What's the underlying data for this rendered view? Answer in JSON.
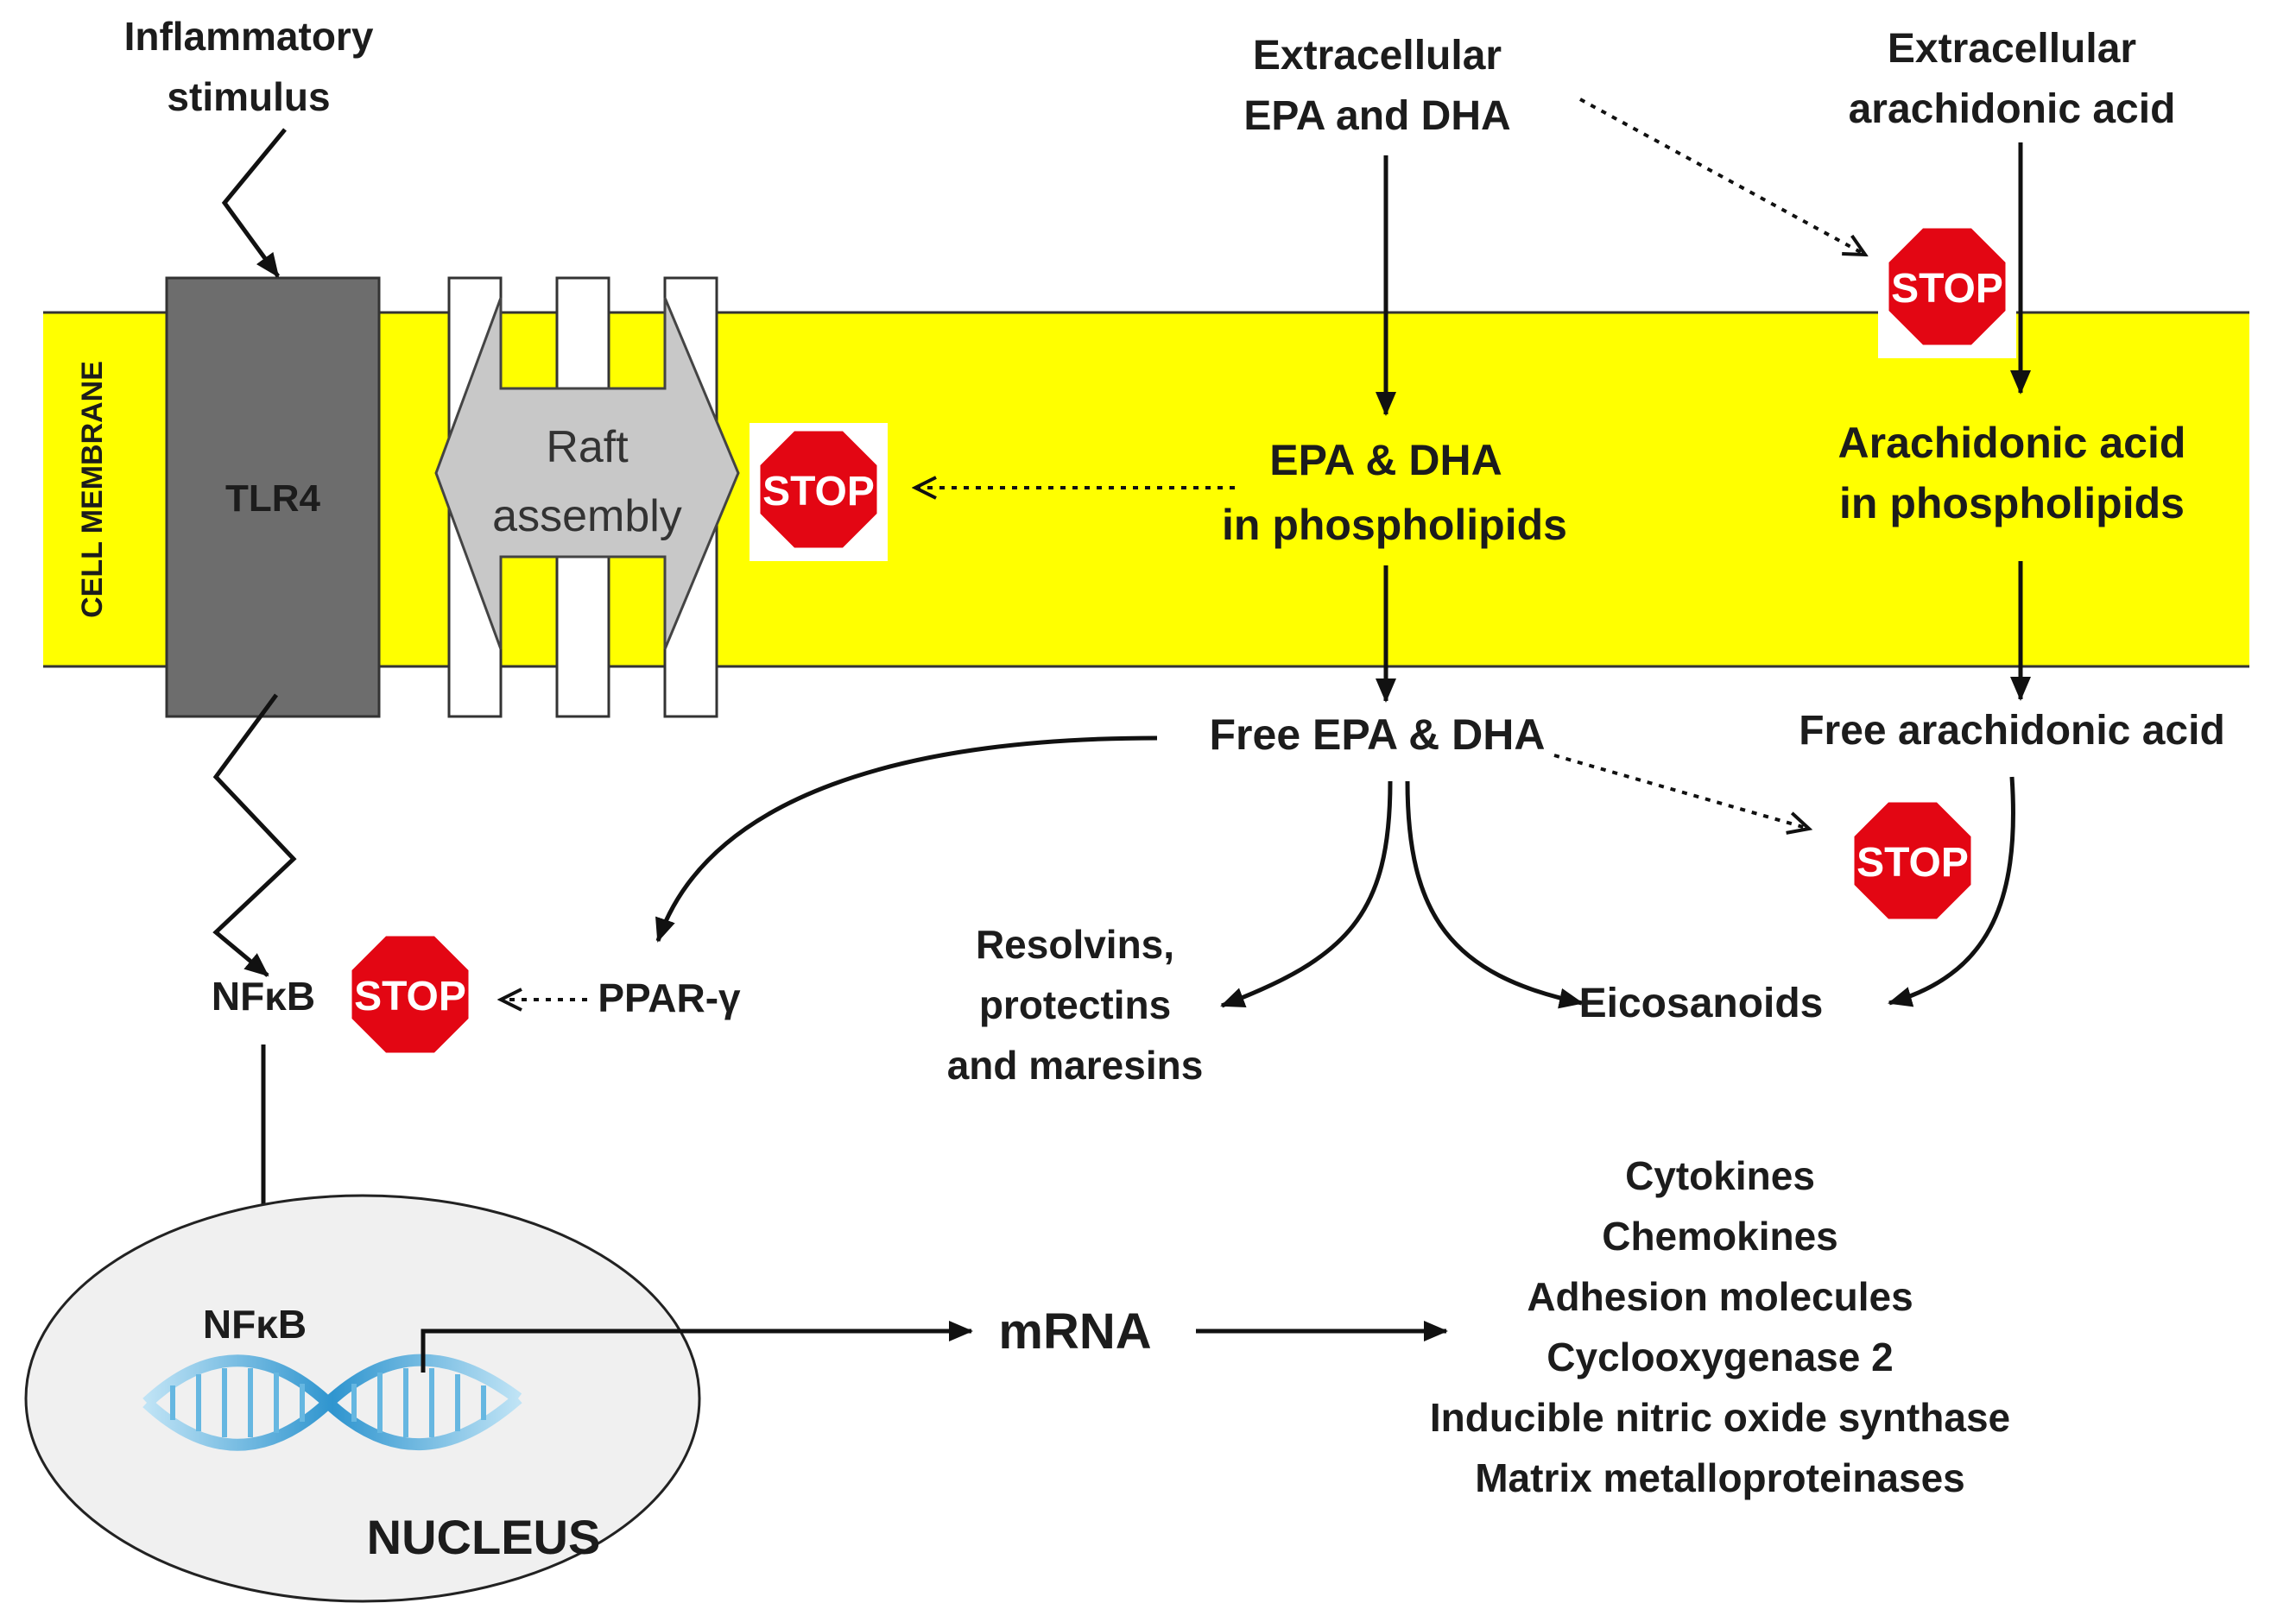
{
  "diagram": {
    "membrane_label": "CELL MEMBRANE",
    "inflammatory_stimulus": [
      "Inflammatory",
      "stimulus"
    ],
    "tlr4": "TLR4",
    "raft_assembly": [
      "Raft",
      "assembly"
    ],
    "extracellular_epa_dha": [
      "Extracellular",
      "EPA and DHA"
    ],
    "extracellular_aa": [
      "Extracellular",
      "arachidonic acid"
    ],
    "epa_dha_phospholipids": [
      "EPA & DHA",
      "in phospholipids"
    ],
    "aa_phospholipids": [
      "Arachidonic acid",
      "in phospholipids"
    ],
    "free_epa_dha": "Free EPA & DHA",
    "free_aa": "Free arachidonic acid",
    "resolvins": [
      "Resolvins,",
      "protectins",
      "and maresins"
    ],
    "eicosanoids": "Eicosanoids",
    "ppar": "PPAR-γ",
    "nfkb_cytoplasm": "NFκB",
    "nfkb_nucleus": "NFκB",
    "nucleus": "NUCLEUS",
    "mrna": "mRNA",
    "stop_sign_text": "STOP",
    "products": [
      "Cytokines",
      "Chemokines",
      "Adhesion molecules",
      "Cyclooxygenase 2",
      "Inducible nitric oxide synthase",
      "Matrix metalloproteinases"
    ],
    "colors": {
      "membrane": "#ffff00",
      "tlr4": "#6d6d6d",
      "raft": "#c8c8c8",
      "nucleus_fill": "#f0f0f0",
      "stop_sign": "#e30613",
      "dna": "#3a9fd3"
    }
  }
}
